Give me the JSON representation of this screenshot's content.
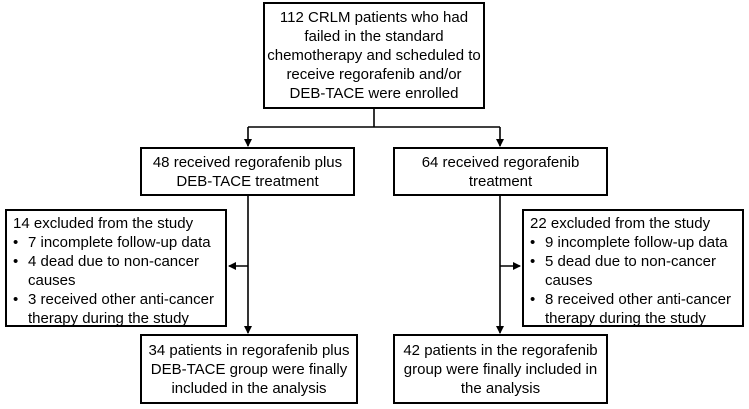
{
  "nodes": {
    "enrolled": {
      "lines": [
        "112 CRLM patients who had",
        "failed in the standard",
        "chemotherapy and scheduled to",
        "receive regorafenib and/or",
        "DEB-TACE were enrolled"
      ]
    },
    "combo_arm": {
      "lines": [
        "48 received regorafenib plus",
        "DEB-TACE treatment"
      ]
    },
    "mono_arm": {
      "lines": [
        "64 received regorafenib",
        "treatment"
      ]
    },
    "combo_excluded": {
      "header": "14 excluded from the study",
      "items": [
        {
          "lines": [
            "7  incomplete follow-up data"
          ]
        },
        {
          "lines": [
            "4  dead due to non-cancer",
            "causes"
          ]
        },
        {
          "lines": [
            "3 received other anti-cancer",
            "therapy during the study"
          ]
        }
      ]
    },
    "mono_excluded": {
      "header": "22 excluded from the study",
      "items": [
        {
          "lines": [
            "9 incomplete follow-up data"
          ]
        },
        {
          "lines": [
            "5 dead due to non-cancer",
            "causes"
          ]
        },
        {
          "lines": [
            "8 received other anti-cancer",
            "therapy during the study"
          ]
        }
      ]
    },
    "combo_final": {
      "lines": [
        "34 patients in regorafenib plus",
        "DEB-TACE group were finally",
        "included in the analysis"
      ]
    },
    "mono_final": {
      "lines": [
        "42 patients in the regorafenib",
        "group were finally included in",
        "the analysis"
      ]
    }
  },
  "colors": {
    "stroke": "#000000",
    "background": "#ffffff"
  }
}
